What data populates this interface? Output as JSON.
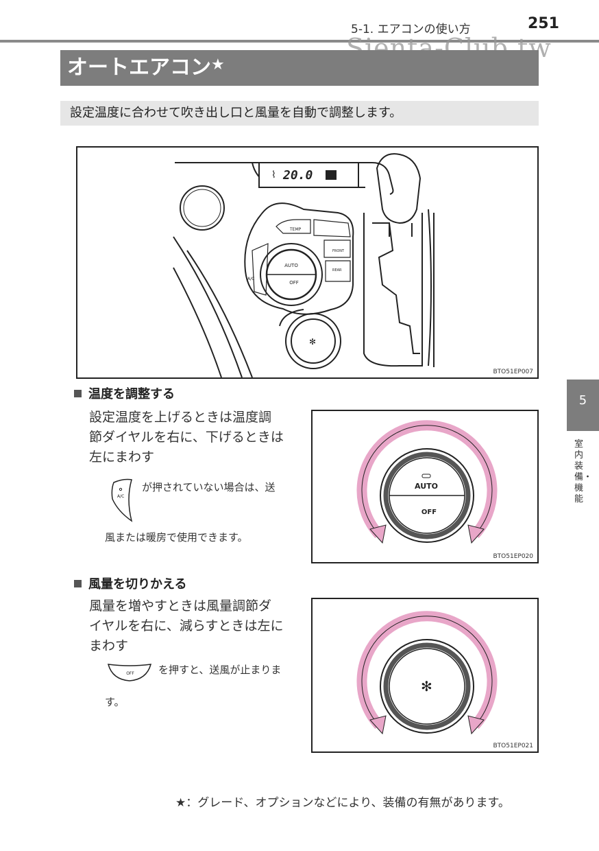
{
  "header": {
    "section": "5-1. エアコンの使い方",
    "page_number": "251",
    "watermark": "Sienta-Club.tw"
  },
  "title": {
    "text": "オートエアコン",
    "star": "★"
  },
  "intro": "設定温度に合わせて吹き出し口と風量を自動で調整します。",
  "figure_main": {
    "code": "BTO51EP007",
    "display_temp": "20.0",
    "labels": {
      "temp": "TEMP",
      "auto": "AUTO",
      "off": "OFF",
      "ac": "A/C",
      "front": "FRONT",
      "rear": "REAR"
    }
  },
  "section_temp": {
    "heading": "温度を調整する",
    "lines": [
      "設定温度を上げるときは温度調",
      "節ダイヤルを右に、下げるときは",
      "左にまわす"
    ],
    "note_line1": "が押されていない場合は、送",
    "note_line2": "風または暖房で使用できます。",
    "icon_label": "A/C",
    "figure": {
      "code": "BTO51EP020",
      "auto": "AUTO",
      "off": "OFF"
    }
  },
  "section_fan": {
    "heading": "風量を切りかえる",
    "lines": [
      "風量を増やすときは風量調節ダ",
      "イヤルを右に、減らすときは左に",
      "まわす"
    ],
    "note_line1": "を押すと、送風が止まりま",
    "note_line2": "す。",
    "icon_label": "OFF",
    "figure": {
      "code": "BTO51EP021"
    }
  },
  "side_tab": {
    "number": "5",
    "label": "室内装備・機能"
  },
  "footnote": "★：グレード、オプションなどにより、装備の有無があります。",
  "colors": {
    "arrow_pink": "#e8a6c8",
    "bar_gray": "#7d7d7d",
    "intro_bg": "#e6e6e6"
  }
}
